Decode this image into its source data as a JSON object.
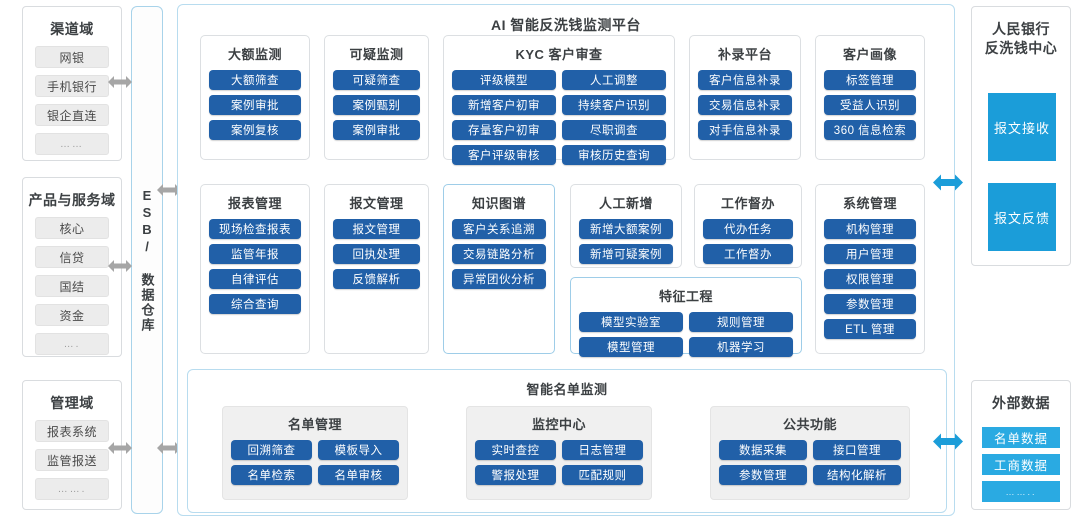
{
  "left_domains": [
    {
      "title": "渠道域",
      "items": [
        "网银",
        "手机银行",
        "银企直连",
        "……"
      ]
    },
    {
      "title": "产品与服务域",
      "items": [
        "核心",
        "信贷",
        "国结",
        "资金",
        "…."
      ]
    },
    {
      "title": "管理域",
      "items": [
        "报表系统",
        "监管报送",
        "……."
      ]
    }
  ],
  "esb": {
    "label": "ESB/ 数据仓库"
  },
  "platform": {
    "title": "AI 智能反洗钱监测平台",
    "row1": [
      {
        "title": "大额监测",
        "cols": 1,
        "buttons": [
          "大额筛查",
          "案例审批",
          "案例复核"
        ]
      },
      {
        "title": "可疑监测",
        "cols": 1,
        "buttons": [
          "可疑筛查",
          "案例甄别",
          "案例审批"
        ]
      },
      {
        "title": "KYC 客户审查",
        "cols": 2,
        "buttons": [
          "评级模型",
          "人工调整",
          "新增客户初审",
          "持续客户识别",
          "存量客户初审",
          "尽职调查",
          "客户评级审核",
          "审核历史查询"
        ]
      },
      {
        "title": "补录平台",
        "cols": 1,
        "buttons": [
          "客户信息补录",
          "交易信息补录",
          "对手信息补录"
        ]
      },
      {
        "title": "客户画像",
        "cols": 1,
        "buttons": [
          "标签管理",
          "受益人识别",
          "360 信息检索"
        ]
      }
    ],
    "row2": [
      {
        "title": "报表管理",
        "cols": 1,
        "accent": false,
        "buttons": [
          "现场检查报表",
          "监管年报",
          "自律评估",
          "综合查询"
        ]
      },
      {
        "title": "报文管理",
        "cols": 1,
        "accent": false,
        "buttons": [
          "报文管理",
          "回执处理",
          "反馈解析"
        ]
      },
      {
        "title": "知识图谱",
        "cols": 1,
        "accent": true,
        "buttons": [
          "客户关系追溯",
          "交易链路分析",
          "异常团伙分析"
        ]
      },
      {
        "title": "人工新增",
        "cols": 1,
        "accent": false,
        "buttons": [
          "新增大额案例",
          "新增可疑案例"
        ]
      },
      {
        "title": "工作督办",
        "cols": 1,
        "accent": false,
        "buttons": [
          "代办任务",
          "工作督办"
        ]
      },
      {
        "title": "系统管理",
        "cols": 1,
        "accent": false,
        "buttons": [
          "机构管理",
          "用户管理",
          "权限管理",
          "参数管理",
          "ETL 管理"
        ]
      }
    ],
    "feature_engineering": {
      "title": "特征工程",
      "cols": 2,
      "accent": true,
      "buttons": [
        "模型实验室",
        "规则管理",
        "模型管理",
        "机器学习"
      ]
    },
    "smartlist": {
      "title": "智能名单监测",
      "groups": [
        {
          "title": "名单管理",
          "buttons": [
            "回溯筛查",
            "模板导入",
            "名单检索",
            "名单审核"
          ]
        },
        {
          "title": "监控中心",
          "buttons": [
            "实时查控",
            "日志管理",
            "警报处理",
            "匹配规则"
          ]
        },
        {
          "title": "公共功能",
          "buttons": [
            "数据采集",
            "接口管理",
            "参数管理",
            "结构化解析"
          ]
        }
      ]
    }
  },
  "right_panels": [
    {
      "title_line1": "人民银行",
      "title_line2": "反洗钱中心",
      "blocks": [
        "报文接收",
        "报文反馈"
      ]
    },
    {
      "title_line1": "外部数据",
      "title_line2": "",
      "chips": [
        "名单数据",
        "工商数据",
        "…….."
      ]
    }
  ],
  "colors": {
    "button_blue": "#2160a8",
    "cyan": "#1b9dd9",
    "cyan_chip": "#2aaae2",
    "accent_border": "#9ecde8",
    "gray_arrow": "#a6a6a6",
    "blue_arrow": "#1b9dd9",
    "chip_gray": "#ececec"
  }
}
